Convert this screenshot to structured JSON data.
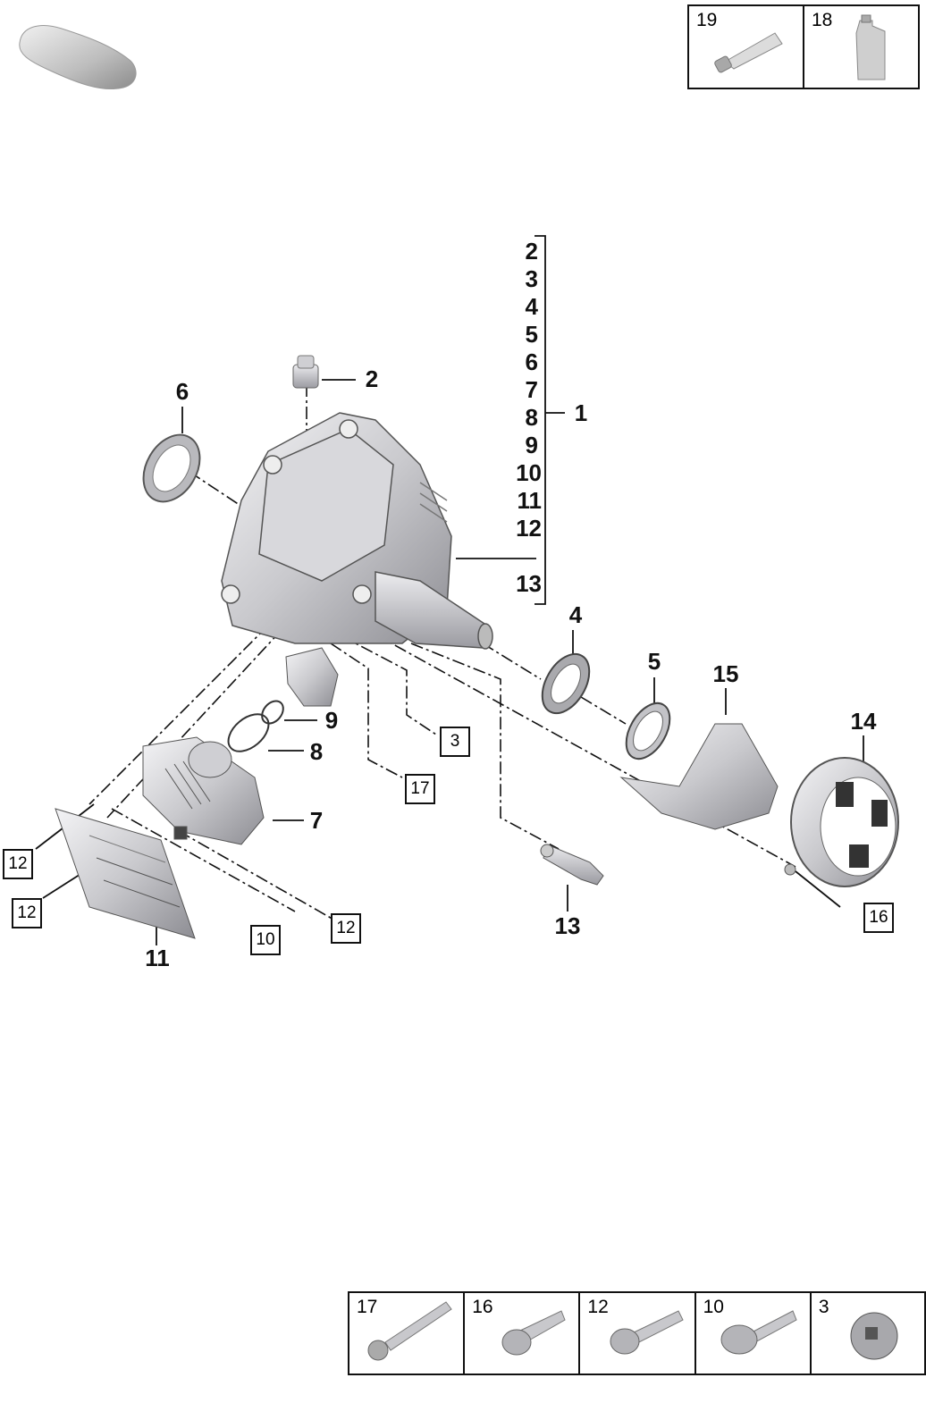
{
  "vehicle_thumbnail_icon": "car-silhouette-icon",
  "legend_top": [
    {
      "num": "19",
      "icon": "grease-tube-icon"
    },
    {
      "num": "18",
      "icon": "oil-bottle-icon"
    }
  ],
  "legend_bottom": [
    {
      "num": "17",
      "icon": "bolt-icon"
    },
    {
      "num": "16",
      "icon": "hex-socket-bolt-icon"
    },
    {
      "num": "12",
      "icon": "allen-bolt-icon"
    },
    {
      "num": "10",
      "icon": "flange-bolt-icon"
    },
    {
      "num": "3",
      "icon": "plug-nut-icon"
    }
  ],
  "assembly": {
    "main_label": "1",
    "included_parts": [
      "2",
      "3",
      "4",
      "5",
      "6",
      "7",
      "8",
      "9",
      "10",
      "11",
      "12",
      "13"
    ]
  },
  "callouts": {
    "c2": "2",
    "c4": "4",
    "c5": "5",
    "c6": "6",
    "c7": "7",
    "c8": "8",
    "c9": "9",
    "c11": "11",
    "c13": "13",
    "c14": "14",
    "c15": "15"
  },
  "boxed_refs": {
    "b3": "3",
    "b17": "17",
    "b16": "16",
    "b10": "10",
    "b12a": "12",
    "b12b": "12",
    "b12c": "12"
  },
  "colors": {
    "line": "#111111",
    "part_fill": "#d4d4d6",
    "part_shade": "#8a8a90"
  }
}
